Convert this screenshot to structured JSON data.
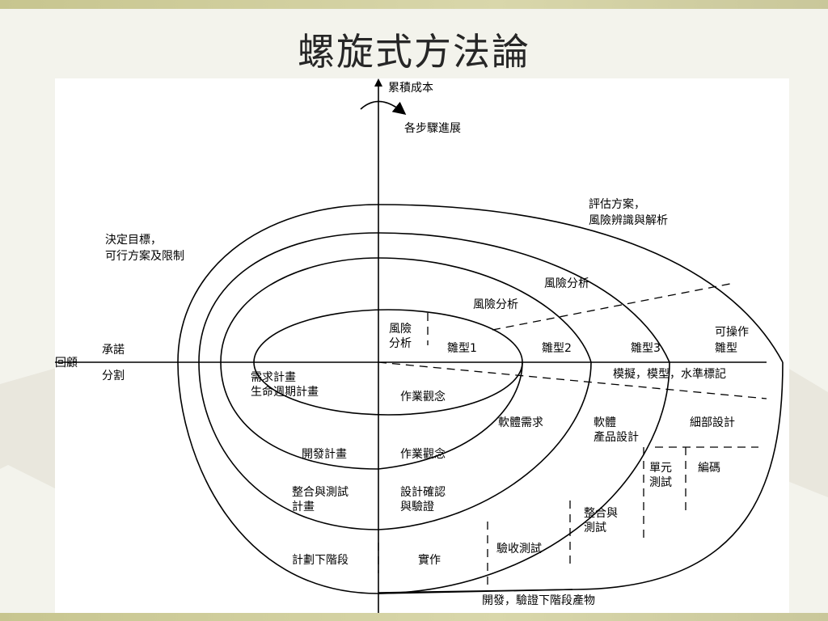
{
  "title": "螺旋式方法論",
  "diagram": {
    "axis_top": "累積成本",
    "rotation": "各步驟進展",
    "review": "回顧",
    "commit": "承諾",
    "partition": "分割",
    "q_top_left": [
      "決定目標，",
      "可行方案及限制"
    ],
    "q_top_right": [
      "評估方案，",
      "風險辨識與解析"
    ],
    "risk_analysis_inner": [
      "風險",
      "分析"
    ],
    "risk_analysis_2": "風險分析",
    "risk_analysis_3": "風險分析",
    "prototype_1": "雛型1",
    "prototype_2": "雛型2",
    "prototype_3": "雛型3",
    "operational_prototype": [
      "可操作",
      "雛型"
    ],
    "simulation": "模擬，模型，水準標記",
    "requirements_plan": [
      "需求計畫",
      "生命週期計畫"
    ],
    "concept_1": "作業觀念",
    "software_requirements": "軟體需求",
    "software_product_design": [
      "軟體",
      "產品設計"
    ],
    "detailed_design": "細部設計",
    "development_plan": "開發計畫",
    "concept_2": "作業觀念",
    "unit_test": [
      "單元",
      "測試"
    ],
    "coding": "編碼",
    "integration_test_plan": [
      "整合與測試",
      "計畫"
    ],
    "design_validation": [
      "設計確認",
      "與驗證"
    ],
    "integration_and_test": [
      "整合與",
      "測試"
    ],
    "next_phase_plan": "計劃下階段",
    "implementation": "實作",
    "acceptance_test": "驗收測試",
    "develop_verify": "開發，驗證下階段產物"
  }
}
